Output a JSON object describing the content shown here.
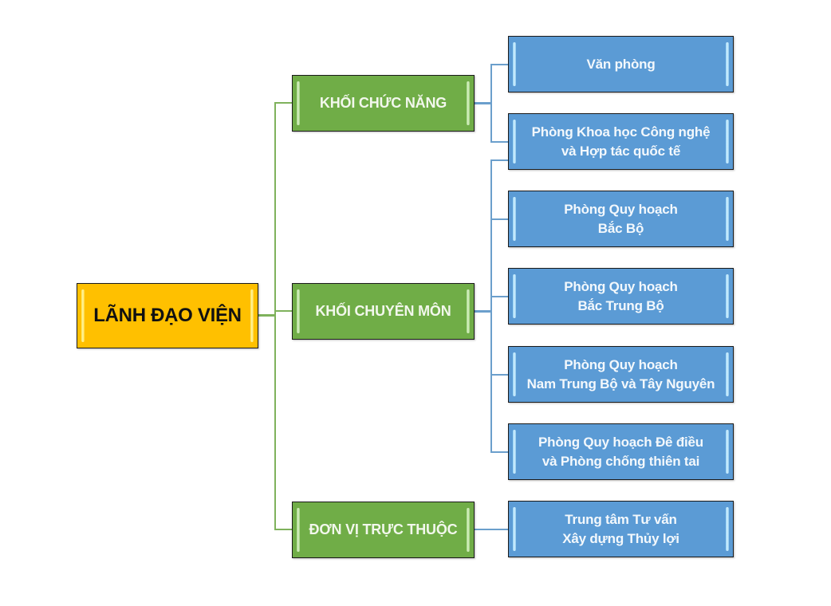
{
  "diagram": {
    "type": "org-chart",
    "colors": {
      "root": "#ffc000",
      "group": "#70ad47",
      "leaf": "#5b9bd5",
      "connector_green": "#7fb25c",
      "connector_blue": "#6b9fcc"
    },
    "root": {
      "label": "LÃNH ĐẠO VIỆN"
    },
    "groups": [
      {
        "label": "KHỐI CHỨC NĂNG",
        "children": [
          {
            "label": "Văn phòng"
          },
          {
            "label": "Phòng Khoa học Công nghệ\nvà Hợp tác quốc tế"
          }
        ]
      },
      {
        "label": "KHỐI CHUYÊN MÔN",
        "children": [
          {
            "label": "Phòng Quy hoạch\nBắc Bộ"
          },
          {
            "label": "Phòng Quy hoạch\nBắc Trung Bộ"
          },
          {
            "label": "Phòng Quy hoạch\nNam Trung Bộ và Tây Nguyên"
          },
          {
            "label": "Phòng Quy hoạch Đê điều\n và Phòng chống thiên tai"
          }
        ]
      },
      {
        "label": "ĐƠN VỊ TRỰC THUỘC",
        "children": [
          {
            "label": "Trung tâm Tư vấn\nXây dựng Thủy lợi"
          }
        ]
      }
    ]
  }
}
